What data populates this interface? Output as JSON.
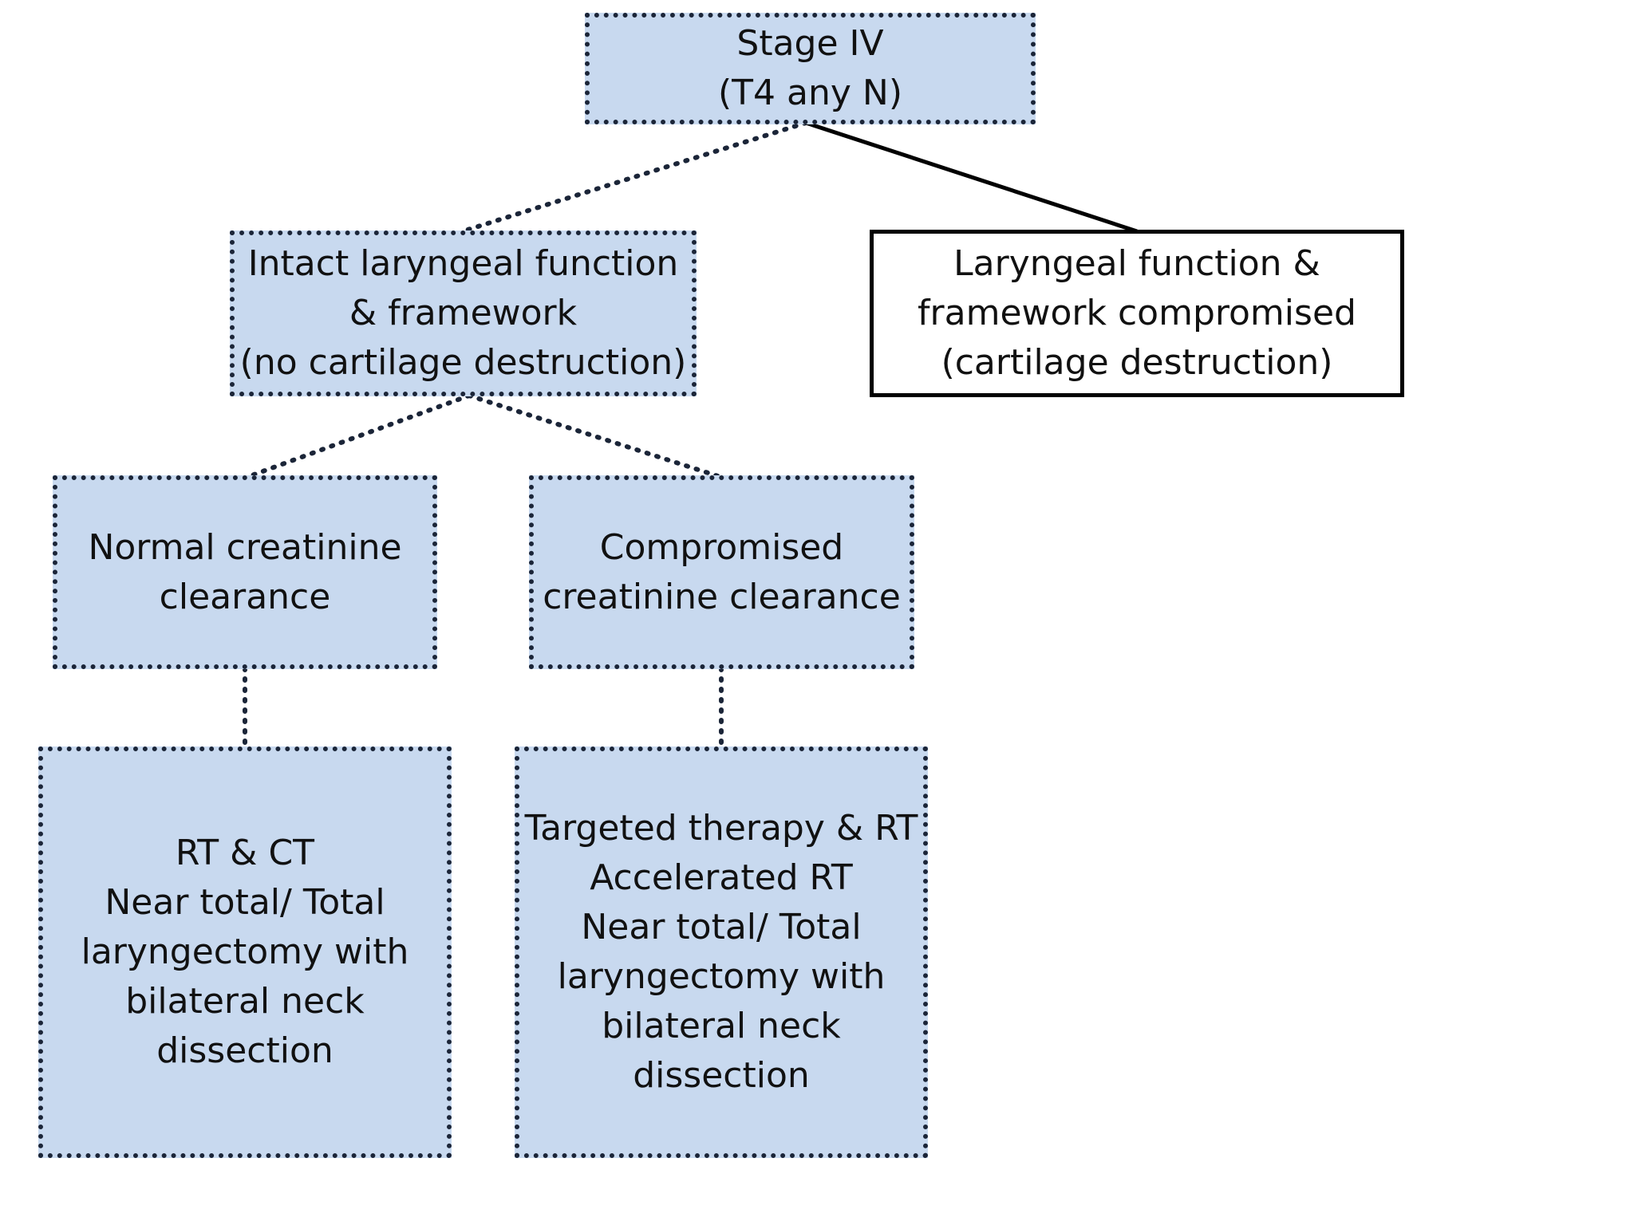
{
  "colors": {
    "box_fill": "#c8d9ef",
    "dotted_border": "#1b2538",
    "solid_border": "#000000",
    "background": "#ffffff"
  },
  "nodes": {
    "stage_iv": {
      "lines": [
        "Stage IV",
        "(T4 any N)"
      ]
    },
    "intact_function": {
      "lines": [
        "Intact laryngeal function",
        "& framework",
        "(no cartilage destruction)"
      ]
    },
    "compromised_function": {
      "lines": [
        "Laryngeal function &",
        "framework compromised",
        "(cartilage destruction)"
      ]
    },
    "normal_clearance": {
      "lines": [
        "Normal creatinine",
        "clearance"
      ]
    },
    "compromised_clearance": {
      "lines": [
        "Compromised",
        "creatinine clearance"
      ]
    },
    "treatment_normal": {
      "lines": [
        "RT & CT",
        "Near total/ Total",
        "laryngectomy with",
        "bilateral neck",
        "dissection"
      ]
    },
    "treatment_compromised": {
      "lines": [
        "Targeted therapy & RT",
        "Accelerated RT",
        "Near total/ Total",
        "laryngectomy with",
        "bilateral neck",
        "dissection"
      ]
    }
  }
}
